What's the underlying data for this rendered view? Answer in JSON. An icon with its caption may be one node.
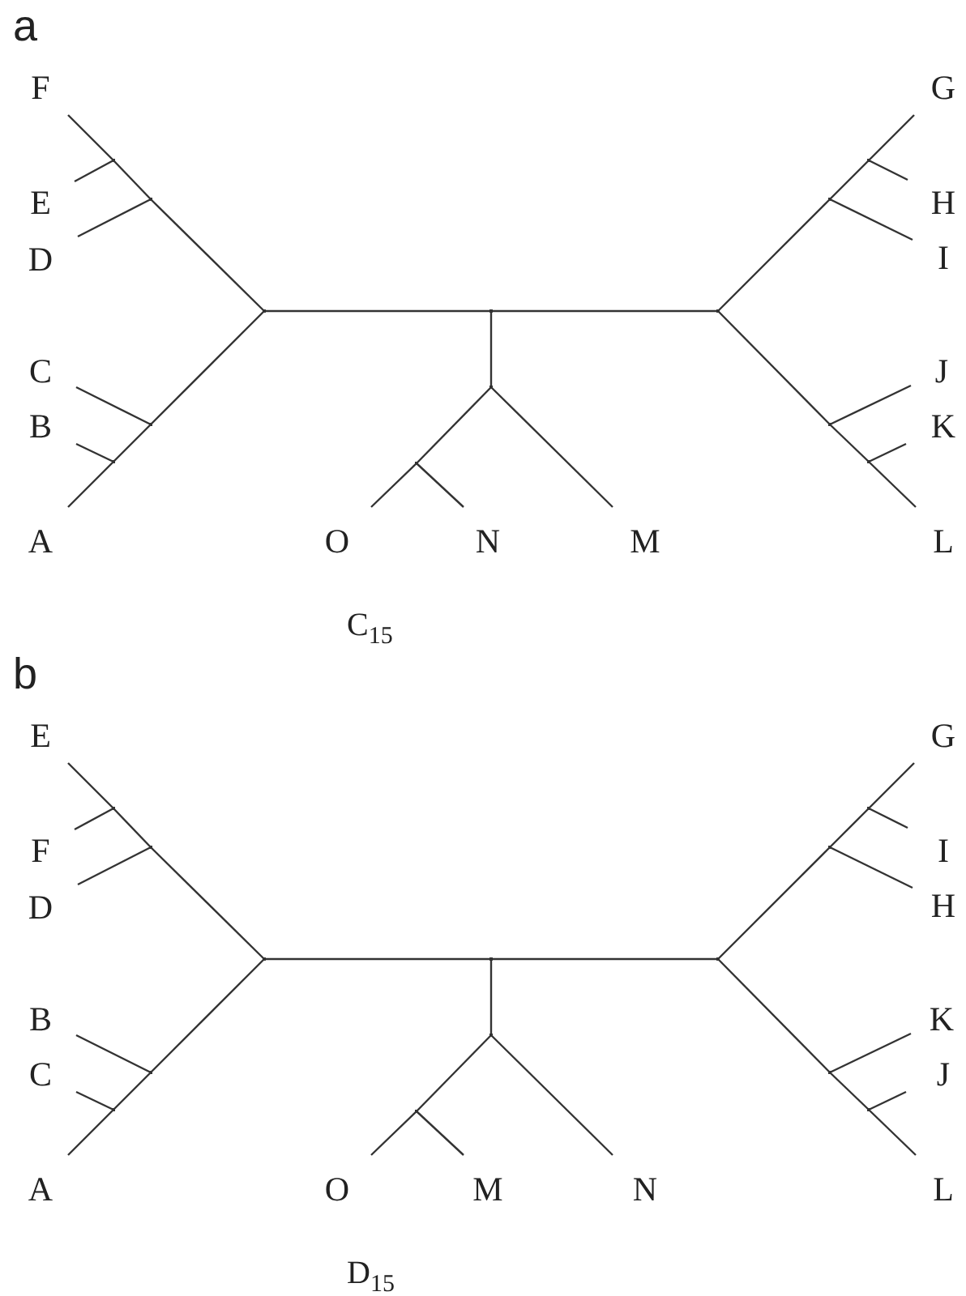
{
  "diagram": {
    "nodes": [
      {
        "text": [
          "F"
        ]
      },
      {
        "text": [
          "E"
        ]
      },
      {
        "text": [
          "D"
        ]
      },
      {
        "text": [
          "C"
        ]
      },
      {
        "text": [
          "B"
        ]
      },
      {
        "text": [
          "A"
        ]
      },
      {
        "text": [
          "O"
        ]
      },
      {
        "text": [
          "N"
        ]
      },
      {
        "text": [
          "M"
        ]
      },
      {
        "text": [
          "G"
        ]
      },
      {
        "text": [
          "H"
        ]
      },
      {
        "text": [
          "I"
        ]
      },
      {
        "text": [
          "J"
        ]
      },
      {
        "text": [
          "K"
        ]
      },
      {
        "text": [
          "L"
        ]
      },
      {
        "text": [],
        "shape": "point"
      },
      {
        "text": [],
        "shape": "point"
      },
      {
        "text": [],
        "shape": "point"
      },
      {
        "text": [],
        "shape": "point"
      },
      {
        "text": [],
        "shape": "point"
      },
      {
        "text": [],
        "shape": "point"
      },
      {
        "text": [],
        "shape": "point"
      },
      {
        "text": [],
        "shape": "point"
      },
      {
        "text": [],
        "shape": "point"
      },
      {
        "text": [],
        "shape": "point"
      },
      {
        "text": [],
        "shape": "point"
      },
      {
        "text": [],
        "shape": "point"
      },
      {
        "text": [],
        "shape": "point"
      },
      {
        "text": [
          "E"
        ]
      },
      {
        "text": [
          "F"
        ]
      },
      {
        "text": [
          "D"
        ]
      },
      {
        "text": [
          "B"
        ]
      },
      {
        "text": [
          "C"
        ]
      },
      {
        "text": [
          "A"
        ]
      },
      {
        "text": [
          "O"
        ]
      },
      {
        "text": [
          "M"
        ]
      },
      {
        "text": [
          "N"
        ]
      },
      {
        "text": [
          "G"
        ]
      },
      {
        "text": [
          "I"
        ]
      },
      {
        "text": [
          "H"
        ]
      },
      {
        "text": [
          "K"
        ]
      },
      {
        "text": [
          "J"
        ]
      },
      {
        "text": [
          "L"
        ]
      },
      {
        "text": [],
        "shape": "point"
      },
      {
        "text": [],
        "shape": "point"
      },
      {
        "text": [],
        "shape": "point"
      },
      {
        "text": [],
        "shape": "point"
      },
      {
        "text": [],
        "shape": "point"
      },
      {
        "text": [],
        "shape": "point"
      },
      {
        "text": [],
        "shape": "point"
      },
      {
        "text": [],
        "shape": "point"
      },
      {
        "text": [],
        "shape": "point"
      },
      {
        "text": [],
        "shape": "point"
      },
      {
        "text": [],
        "shape": "point"
      },
      {
        "text": [],
        "shape": "point"
      },
      {
        "text": [],
        "shape": "point"
      }
    ],
    "edges": [
      {
        "from": 0,
        "to": 15,
        "arrow": "none"
      },
      {
        "from": 15,
        "to": 1,
        "arrow": "none"
      },
      {
        "from": 15,
        "to": 16,
        "arrow": "none"
      },
      {
        "from": 16,
        "to": 2,
        "arrow": "none"
      },
      {
        "from": 16,
        "to": 17,
        "arrow": "none"
      },
      {
        "from": 17,
        "to": 18,
        "arrow": "none"
      },
      {
        "from": 18,
        "to": 3,
        "arrow": "none"
      },
      {
        "from": 18,
        "to": 19,
        "arrow": "none"
      },
      {
        "from": 19,
        "to": 4,
        "arrow": "none"
      },
      {
        "from": 19,
        "to": 5,
        "arrow": "none"
      },
      {
        "from": 17,
        "to": 20,
        "arrow": "none"
      },
      {
        "from": 20,
        "to": 23,
        "arrow": "none"
      },
      {
        "from": 20,
        "to": 21,
        "arrow": "none"
      },
      {
        "from": 21,
        "to": 22,
        "arrow": "none"
      },
      {
        "from": 22,
        "to": 6,
        "arrow": "none"
      },
      {
        "from": 22,
        "to": 7,
        "arrow": "none"
      },
      {
        "from": 21,
        "to": 8,
        "arrow": "none"
      },
      {
        "from": 23,
        "to": 25,
        "arrow": "none"
      },
      {
        "from": 25,
        "to": 24,
        "arrow": "none"
      },
      {
        "from": 24,
        "to": 9,
        "arrow": "none"
      },
      {
        "from": 24,
        "to": 10,
        "arrow": "none"
      },
      {
        "from": 25,
        "to": 11,
        "arrow": "none"
      },
      {
        "from": 23,
        "to": 26,
        "arrow": "none"
      },
      {
        "from": 26,
        "to": 12,
        "arrow": "none"
      },
      {
        "from": 26,
        "to": 27,
        "arrow": "none"
      },
      {
        "from": 27,
        "to": 13,
        "arrow": "none"
      },
      {
        "from": 27,
        "to": 14,
        "arrow": "none"
      },
      {
        "from": 28,
        "to": 43,
        "arrow": "none"
      },
      {
        "from": 43,
        "to": 29,
        "arrow": "none"
      },
      {
        "from": 43,
        "to": 44,
        "arrow": "none"
      },
      {
        "from": 44,
        "to": 30,
        "arrow": "none"
      },
      {
        "from": 44,
        "to": 45,
        "arrow": "none"
      },
      {
        "from": 45,
        "to": 46,
        "arrow": "none"
      },
      {
        "from": 46,
        "to": 31,
        "arrow": "none"
      },
      {
        "from": 46,
        "to": 47,
        "arrow": "none"
      },
      {
        "from": 47,
        "to": 32,
        "arrow": "none"
      },
      {
        "from": 47,
        "to": 33,
        "arrow": "none"
      },
      {
        "from": 45,
        "to": 48,
        "arrow": "none"
      },
      {
        "from": 48,
        "to": 51,
        "arrow": "none"
      },
      {
        "from": 48,
        "to": 49,
        "arrow": "none"
      },
      {
        "from": 49,
        "to": 50,
        "arrow": "none"
      },
      {
        "from": 50,
        "to": 34,
        "arrow": "none"
      },
      {
        "from": 50,
        "to": 35,
        "arrow": "none"
      },
      {
        "from": 49,
        "to": 36,
        "arrow": "none"
      },
      {
        "from": 51,
        "to": 53,
        "arrow": "none"
      },
      {
        "from": 53,
        "to": 52,
        "arrow": "none"
      },
      {
        "from": 52,
        "to": 37,
        "arrow": "none"
      },
      {
        "from": 52,
        "to": 38,
        "arrow": "none"
      },
      {
        "from": 53,
        "to": 39,
        "arrow": "none"
      },
      {
        "from": 51,
        "to": 54,
        "arrow": "none"
      },
      {
        "from": 54,
        "to": 40,
        "arrow": "none"
      },
      {
        "from": 54,
        "to": 55,
        "arrow": "none"
      },
      {
        "from": 55,
        "to": 41,
        "arrow": "none"
      },
      {
        "from": 55,
        "to": 42,
        "arrow": "none"
      }
    ],
    "labels": [
      "a",
      "C$_{15}$",
      "b",
      "D$_{15}$"
    ]
  }
}
